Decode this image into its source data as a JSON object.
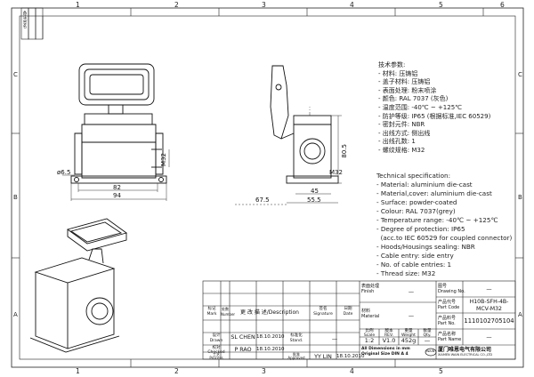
{
  "ruler": {
    "top": [
      "1",
      "2",
      "3",
      "4",
      "5",
      "6"
    ],
    "bottom": [
      "1",
      "2",
      "3",
      "4",
      "5"
    ],
    "left": [
      "C",
      "B",
      "A"
    ],
    "stamp": [
      "备注/签名"
    ]
  },
  "dimensions": {
    "d65": "ø6.5",
    "d82": "82",
    "d94": "94",
    "m32_front": "M32",
    "d675": "67.5",
    "d45": "45",
    "d555": "55.5",
    "d805": "80.5",
    "m32_side": "M32"
  },
  "spec_cn": [
    "技术参数:",
    "- 材料: 压铸铝",
    "- 盖子材料: 压铸铝",
    "- 表面处理: 粉末喷涂",
    "- 颜色: RAL 7037 (灰色)",
    "- 温度范围: -40℃ ~ +125℃",
    "- 防护等级: IP65 (根据标准,IEC 60529)",
    "- 密封元件: NBR",
    "- 出线方式: 侧出线",
    "- 出线孔数: 1",
    "- 螺纹规格: M32"
  ],
  "spec_en": [
    "Technical specification:",
    "- Material: aluminium die-cast",
    "- Material,cover: aluminium die-cast",
    "- Surface: powder-coated",
    "- Colour: RAL 7037(grey)",
    "- Temperature range: -40℃ ~ +125℃",
    "- Degree of protection: IP65",
    "  (acc.to IEC 60529 for coupled connector)",
    "- Hoods/Housings sealing: NBR",
    "- Cable entry: side entry",
    "- No. of cable entries: 1",
    "- Thread size: M32"
  ],
  "title_block": {
    "finish_label": "表面处理\nFinish",
    "finish_value": "—",
    "material_label": "材料\nMaterial",
    "material_value": "—",
    "drawing_no_label": "图号\nDrawing No.",
    "drawing_no_value": "—",
    "part_code_label": "产品代号\nPart Code",
    "part_code_value": "H10B-SFH-4B-MCV-M32",
    "part_no_label": "产品料号\nPart No.",
    "part_no_value": "1110102705104",
    "part_name_label": "产品名称\nPart Name",
    "part_name_value": "—",
    "scale_label": "比例\nScale",
    "scale_value": "1:2",
    "rev_label": "版本\nREV.",
    "rev_value": "V1.0",
    "weight_label": "重量\nWeight",
    "weight_value": "452g",
    "qty_label": "数量\nQty.",
    "qty_value": "—",
    "note1": "All Dimensions in mm",
    "note2": "Original Size DIN A 4",
    "company_cn": "厦门唯恩电气有限公司",
    "company_en": "XIAMEN WAIN ELECTRICAL CO.,LTD",
    "logo": "WAIN",
    "mark_label": "标记\nMark",
    "count_label": "处数\nNumber",
    "desc_label": "更 改 描 述/Description",
    "sign_label": "签名\nSignature",
    "date_label": "日期\nDate",
    "drawn_label": "设计\nDrawn",
    "drawn_name": "SL CHEN",
    "drawn_date": "18.10.2010",
    "checked_label": "校对\nChecked",
    "checked_name": "P RAO",
    "checked_date": "18.10.2010",
    "std_label": "标准化\nStand.",
    "std_value": "—",
    "process_label": "工艺\nProcess",
    "approved_label": "批准\nApproved",
    "approved_name": "YY LIN",
    "approved_date": "18.10.2010"
  }
}
